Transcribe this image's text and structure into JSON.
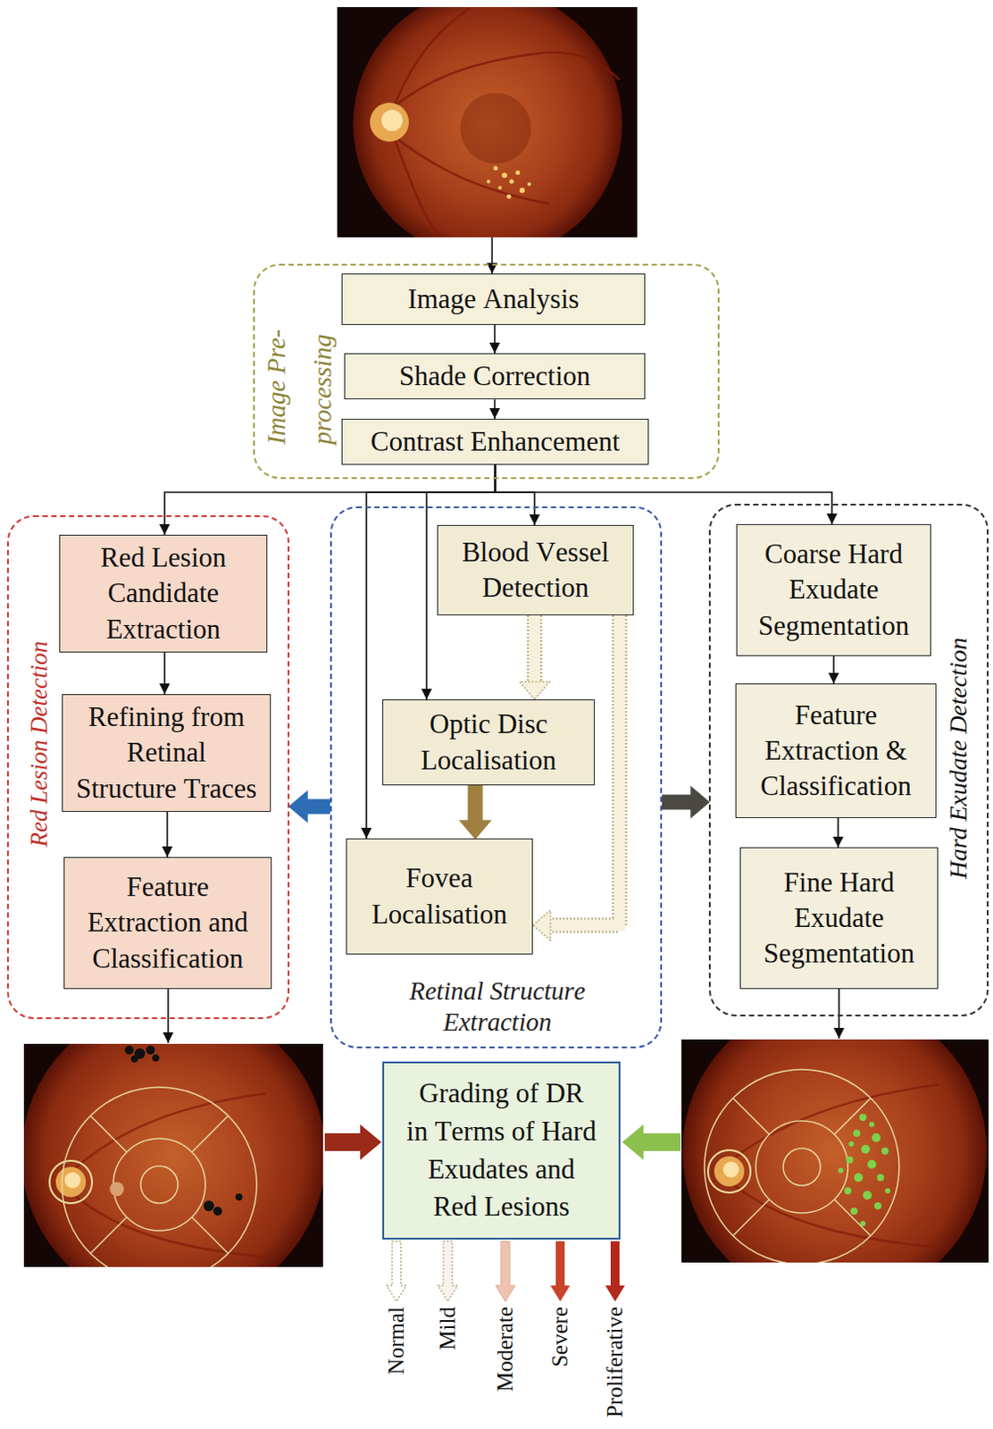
{
  "diagram": {
    "nodes": [
      {
        "text": [
          "Image Pre-processing"
        ]
      },
      {
        "text": [
          "Image Analysis"
        ],
        "in": 0
      },
      {
        "text": [
          "Shade Correction"
        ],
        "in": 0
      },
      {
        "text": [
          "Contrast Enhancement"
        ],
        "in": 0
      },
      {
        "text": [
          "Red Lesion Detection"
        ]
      },
      {
        "text": [
          "Red Lesion Candidate Extraction"
        ],
        "in": 4
      },
      {
        "text": [
          "Refining from Retinal Structure Traces"
        ],
        "in": 4
      },
      {
        "text": [
          "Feature Extraction and Classification"
        ],
        "in": 4
      },
      {
        "text": [
          "Retinal Structure Extraction"
        ]
      },
      {
        "text": [
          "Blood Vessel Detection"
        ],
        "in": 8
      },
      {
        "text": [
          "Optic Disc Localisation"
        ],
        "in": 8
      },
      {
        "text": [
          "Fovea Localisation"
        ],
        "in": 8
      },
      {
        "text": [
          "Hard Exudate Detection"
        ]
      },
      {
        "text": [
          "Coarse Hard Exudate Segmentation"
        ],
        "in": 12
      },
      {
        "text": [
          "Feature Extraction & Classification"
        ],
        "in": 12
      },
      {
        "text": [
          "Fine Hard Exudate Segmentation"
        ],
        "in": 12
      },
      {
        "text": [
          "Grading of DR in Terms of Hard Exudates and Red Lesions"
        ]
      }
    ],
    "edges": [
      {
        "from": 1,
        "to": 2,
        "arrow": "to"
      },
      {
        "from": 2,
        "to": 3,
        "arrow": "to"
      },
      {
        "from": 3,
        "to": 5,
        "arrow": "to"
      },
      {
        "from": 3,
        "to": 11,
        "arrow": "to"
      },
      {
        "from": 3,
        "to": 10,
        "arrow": "to"
      },
      {
        "from": 3,
        "to": 9,
        "arrow": "to"
      },
      {
        "from": 3,
        "to": 13,
        "arrow": "to"
      },
      {
        "from": 5,
        "to": 6,
        "arrow": "to"
      },
      {
        "from": 6,
        "to": 7,
        "arrow": "to"
      },
      {
        "from": 9,
        "to": 10,
        "arrow": "to"
      },
      {
        "from": 9,
        "to": 11,
        "arrow": "to"
      },
      {
        "from": 10,
        "to": 11,
        "arrow": "to"
      },
      {
        "from": 8,
        "to": 4,
        "arrow": "to"
      },
      {
        "from": 8,
        "to": 12,
        "arrow": "to"
      },
      {
        "from": 13,
        "to": 14,
        "arrow": "to"
      },
      {
        "from": 14,
        "to": 15,
        "arrow": "to"
      }
    ],
    "labels": [
      "Normal",
      "Mild",
      "Moderate",
      "Severe",
      "Proliferative"
    ]
  }
}
